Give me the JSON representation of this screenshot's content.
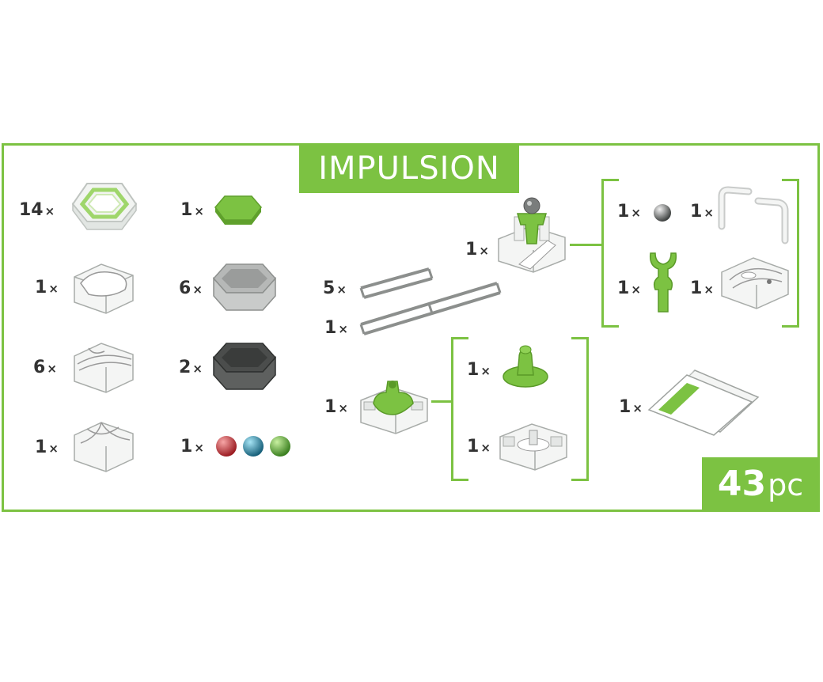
{
  "title": "IMPULSION",
  "total": {
    "number": "43",
    "unit": "pc"
  },
  "pieces": [
    {
      "id": "hex-base-plate",
      "quantity": "14",
      "mult": "×"
    },
    {
      "id": "green-hex-plate",
      "quantity": "1",
      "mult": "×"
    },
    {
      "id": "curve-tile",
      "quantity": "1",
      "mult": "×"
    },
    {
      "id": "gray-hex-spacer",
      "quantity": "6",
      "mult": "×"
    },
    {
      "id": "swirl-tile",
      "quantity": "6",
      "mult": "×"
    },
    {
      "id": "dark-hex-spacer",
      "quantity": "2",
      "mult": "×"
    },
    {
      "id": "splitter-tile",
      "quantity": "1",
      "mult": "×"
    },
    {
      "id": "marbles",
      "quantity": "1",
      "mult": "×"
    },
    {
      "id": "short-rail",
      "quantity": "5",
      "mult": "×"
    },
    {
      "id": "long-rail",
      "quantity": "1",
      "mult": "×"
    },
    {
      "id": "impulse-tile",
      "quantity": "1",
      "mult": "×"
    },
    {
      "id": "steel-ball",
      "quantity": "1",
      "mult": "×"
    },
    {
      "id": "bent-rail",
      "quantity": "1",
      "mult": "×"
    },
    {
      "id": "green-catcher",
      "quantity": "1",
      "mult": "×"
    },
    {
      "id": "launch-tile",
      "quantity": "1",
      "mult": "×"
    },
    {
      "id": "spinner-tile",
      "quantity": "1",
      "mult": "×"
    },
    {
      "id": "green-spinner-top",
      "quantity": "1",
      "mult": "×"
    },
    {
      "id": "spinner-base",
      "quantity": "1",
      "mult": "×"
    },
    {
      "id": "instructions",
      "quantity": "1",
      "mult": "×"
    }
  ],
  "colors": {
    "accent": "#7cc242",
    "marble_red": "#c0262d",
    "marble_blue": "#1f7fa0",
    "marble_green": "#4a9e2a"
  }
}
